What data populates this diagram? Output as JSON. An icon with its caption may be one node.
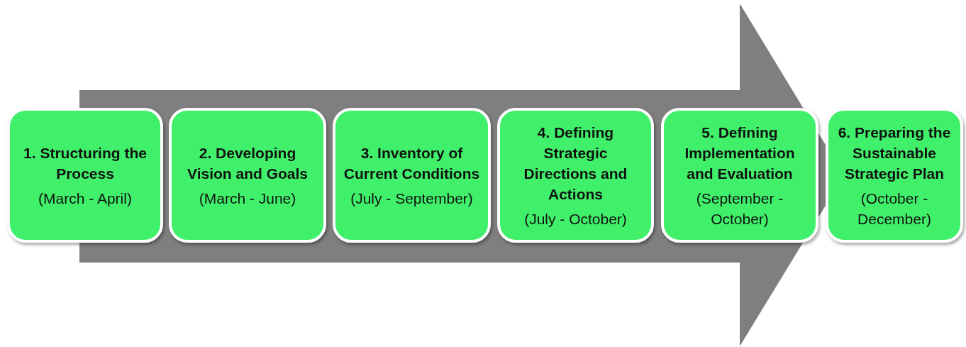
{
  "diagram": {
    "nodes": [
      {
        "text": [
          "1. Structuring the Process",
          "(March - April)"
        ]
      },
      {
        "text": [
          "2. Developing Vision and Goals",
          "(March - June)"
        ]
      },
      {
        "text": [
          "3. Inventory of Current Conditions",
          "(July - September)"
        ]
      },
      {
        "text": [
          "4. Defining Strategic Directions and Actions",
          "(July - October)"
        ]
      },
      {
        "text": [
          "5. Defining Implementation and Evaluation",
          "(September - October)"
        ]
      },
      {
        "text": [
          "6. Preparing the Sustainable Strategic Plan",
          "(October - December)"
        ]
      }
    ]
  }
}
